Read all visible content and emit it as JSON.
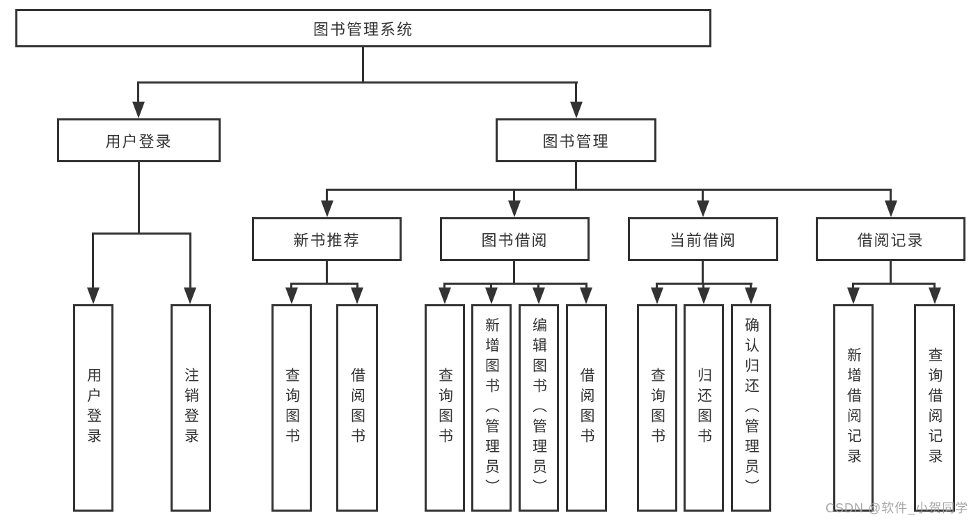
{
  "diagram": {
    "title": "图书管理系统",
    "root": {
      "label": "图书管理系统"
    },
    "level2": [
      {
        "label": "用户登录"
      },
      {
        "label": "图书管理"
      }
    ],
    "level3": [
      {
        "label": "新书推荐"
      },
      {
        "label": "图书借阅"
      },
      {
        "label": "当前借阅"
      },
      {
        "label": "借阅记录"
      }
    ],
    "leaves": [
      {
        "label": "用户登录"
      },
      {
        "label": "注销登录"
      },
      {
        "label": "查询图书"
      },
      {
        "label": "借阅图书"
      },
      {
        "label": "查询图书"
      },
      {
        "label": "新增图书（管理员）"
      },
      {
        "label": "编辑图书（管理员）"
      },
      {
        "label": "借阅图书"
      },
      {
        "label": "查询图书"
      },
      {
        "label": "归还图书"
      },
      {
        "label": "确认归还（管理员）"
      },
      {
        "label": "新增借阅记录"
      },
      {
        "label": "查询借阅记录"
      }
    ],
    "colors": {
      "line": "#333333",
      "box_border": "#333333",
      "box_fill": "#ffffff",
      "text": "#333333",
      "watermark": "#9e9e9e"
    }
  },
  "watermark": {
    "text": "CSDN @软件_小贺同学"
  }
}
